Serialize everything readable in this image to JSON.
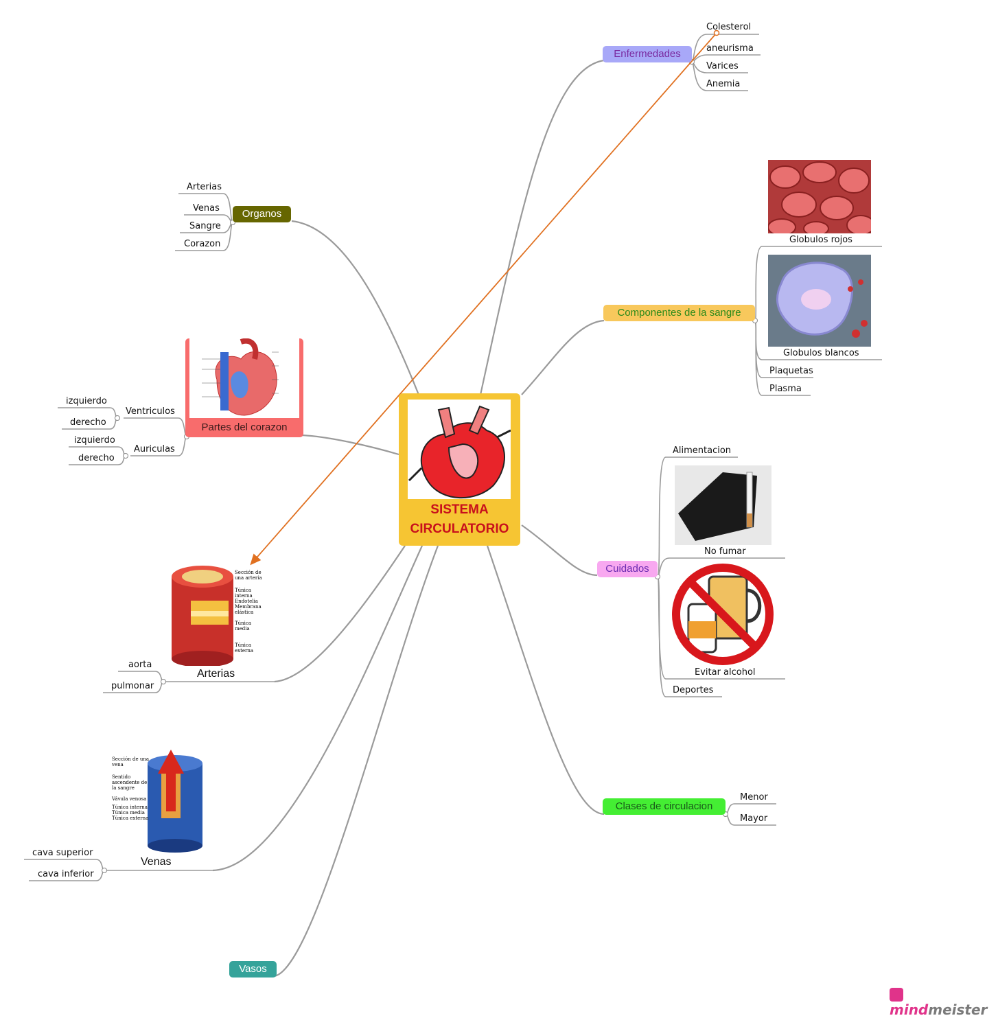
{
  "center": {
    "line1": "SISTEMA",
    "line2": "CIRCULATORIO",
    "color": "#f6c533",
    "text_color": "#c8101c"
  },
  "enfermedades": {
    "label": "Enfermedades",
    "color": "#a8a8f8",
    "children": [
      "Colesterol",
      "aneurisma",
      "Varices",
      "Anemia"
    ]
  },
  "componentes": {
    "label": "Componentes de la sangre",
    "color": "#f8c85c",
    "children": [
      "Globulos rojos",
      "Globulos blancos",
      "Plaquetas",
      "Plasma"
    ]
  },
  "cuidados": {
    "label": "Cuidados",
    "color": "#f8a8f0",
    "children": [
      "Alimentacion",
      "No fumar",
      "Evitar alcohol",
      "Deportes"
    ]
  },
  "clases": {
    "label": "Clases de circulacion",
    "color": "#44ee33",
    "children": [
      "Menor",
      "Mayor"
    ]
  },
  "vasos": {
    "label": "Vasos",
    "color": "#35a39a"
  },
  "organos": {
    "label": "Organos",
    "color": "#666600",
    "children": [
      "Arterias",
      "Venas",
      "Sangre",
      "Corazon"
    ]
  },
  "partes": {
    "label": "Partes del corazon",
    "color": "#f86c6c",
    "ventriculos": {
      "label": "Ventriculos",
      "children": [
        "izquierdo",
        "derecho"
      ]
    },
    "auriculas": {
      "label": "Auriculas",
      "children": [
        "izquierdo",
        "derecho"
      ]
    }
  },
  "arterias": {
    "label": "Arterias",
    "children": [
      "aorta",
      "pulmonar"
    ],
    "diagram_labels": [
      "Sección de una arteria",
      "Túnica interna",
      "Endotelia",
      "Membrana elástica",
      "Túnica media",
      "Túnica externa"
    ]
  },
  "venas": {
    "label": "Venas",
    "children": [
      "cava superior",
      "cava inferior"
    ],
    "diagram_labels": [
      "Sección de una vena",
      "Sentido ascendente de la sangre",
      "Vávula venosa",
      "Túnica interna",
      "Túnica media",
      "Túnica externa"
    ]
  },
  "logo": {
    "part1": "mind",
    "part2": "meister"
  }
}
